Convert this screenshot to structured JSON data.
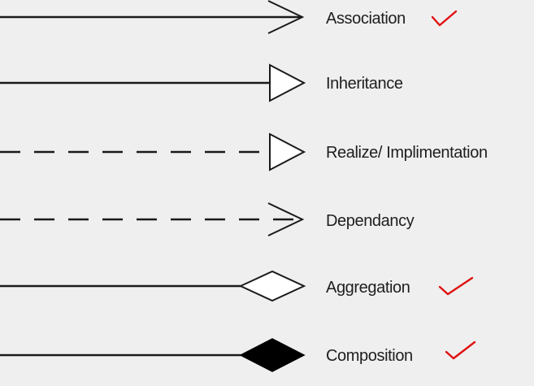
{
  "relationships": [
    {
      "label": "Association",
      "line": "solid",
      "head": "open-arrow",
      "checked": true
    },
    {
      "label": "Inheritance",
      "line": "solid",
      "head": "hollow-triangle",
      "checked": false
    },
    {
      "label": "Realize/ Implimentation",
      "line": "dashed",
      "head": "hollow-triangle",
      "checked": false
    },
    {
      "label": "Dependancy",
      "line": "dashed",
      "head": "open-arrow",
      "checked": false
    },
    {
      "label": "Aggregation",
      "line": "solid",
      "head": "hollow-diamond",
      "checked": true
    },
    {
      "label": "Composition",
      "line": "solid",
      "head": "filled-diamond",
      "checked": true
    }
  ],
  "colors": {
    "background": "#efefef",
    "line": "#1a1a1a",
    "check": "#e01010"
  }
}
